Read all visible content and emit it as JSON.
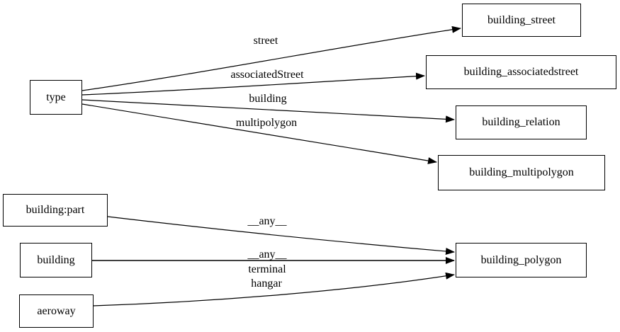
{
  "diagram": {
    "background_color": "#ffffff",
    "line_color": "#000000",
    "node_fill_color": "#ffffff",
    "nodes": [
      {
        "id": "type",
        "label": "type"
      },
      {
        "id": "building_street",
        "label": "building_street"
      },
      {
        "id": "building_associatedstreet",
        "label": "building_associatedstreet"
      },
      {
        "id": "building_relation",
        "label": "building_relation"
      },
      {
        "id": "building_multipolygon",
        "label": "building_multipolygon"
      },
      {
        "id": "building_part",
        "label": "building:part"
      },
      {
        "id": "building",
        "label": "building"
      },
      {
        "id": "aeroway",
        "label": "aeroway"
      },
      {
        "id": "building_polygon",
        "label": "building_polygon"
      }
    ],
    "edges": [
      {
        "from": "type",
        "to": "building_street",
        "label": "street"
      },
      {
        "from": "type",
        "to": "building_associatedstreet",
        "label": "associatedStreet"
      },
      {
        "from": "type",
        "to": "building_relation",
        "label": "building"
      },
      {
        "from": "type",
        "to": "building_multipolygon",
        "label": "multipolygon"
      },
      {
        "from": "building:part",
        "to": "building_polygon",
        "label": "__any__"
      },
      {
        "from": "building",
        "to": "building_polygon",
        "label": "__any__"
      },
      {
        "from": "aeroway",
        "to": "building_polygon",
        "labels": [
          "terminal",
          "hangar"
        ]
      }
    ]
  }
}
